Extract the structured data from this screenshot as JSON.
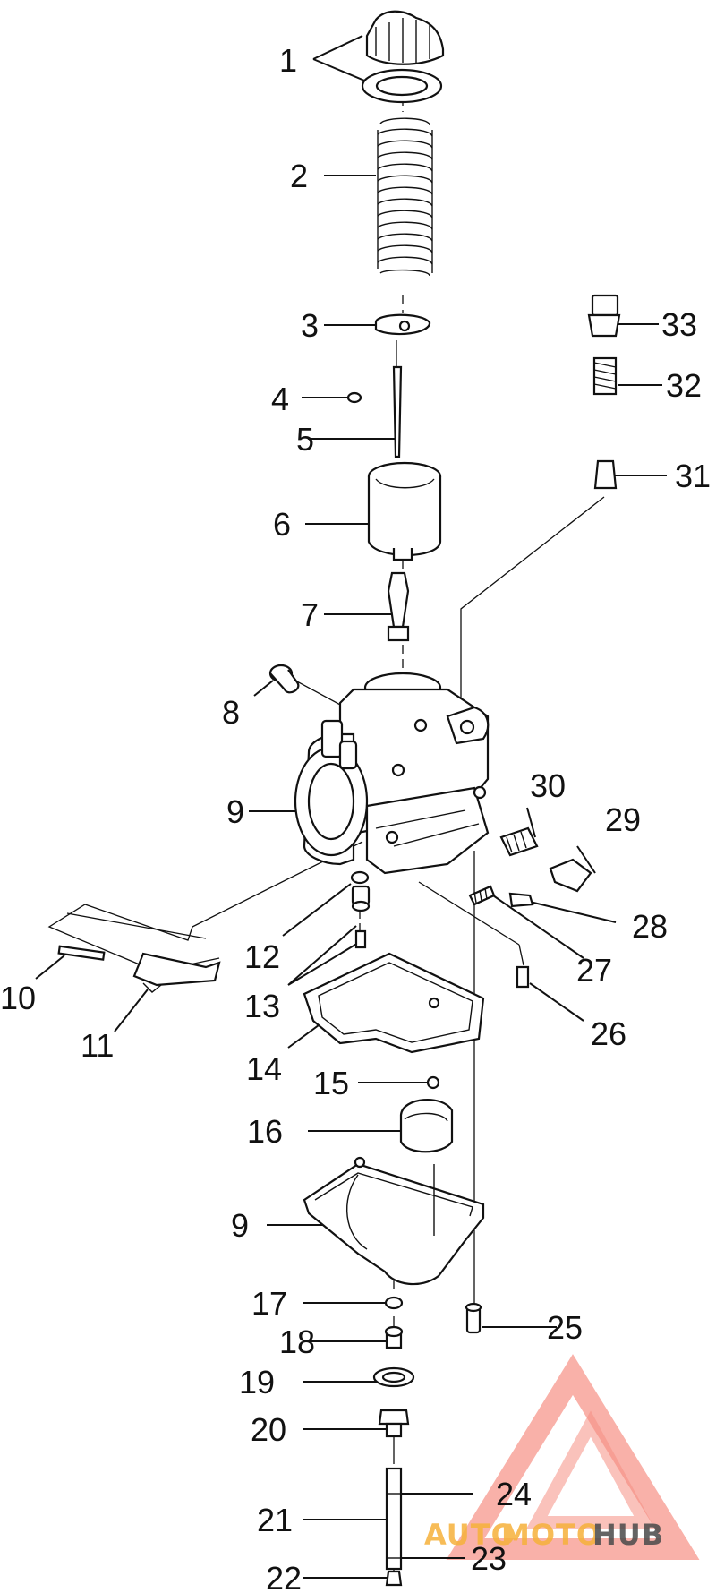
{
  "callouts": [
    {
      "id": "1",
      "text": "1"
    },
    {
      "id": "2",
      "text": "2"
    },
    {
      "id": "3",
      "text": "3"
    },
    {
      "id": "4",
      "text": "4"
    },
    {
      "id": "5",
      "text": "5"
    },
    {
      "id": "6",
      "text": "6"
    },
    {
      "id": "7",
      "text": "7"
    },
    {
      "id": "8",
      "text": "8"
    },
    {
      "id": "9a",
      "text": "9"
    },
    {
      "id": "10",
      "text": "10"
    },
    {
      "id": "11",
      "text": "11"
    },
    {
      "id": "12",
      "text": "12"
    },
    {
      "id": "13",
      "text": "13"
    },
    {
      "id": "14",
      "text": "14"
    },
    {
      "id": "15",
      "text": "15"
    },
    {
      "id": "16",
      "text": "16"
    },
    {
      "id": "9b",
      "text": "9"
    },
    {
      "id": "17",
      "text": "17"
    },
    {
      "id": "18",
      "text": "18"
    },
    {
      "id": "19",
      "text": "19"
    },
    {
      "id": "20",
      "text": "20"
    },
    {
      "id": "21",
      "text": "21"
    },
    {
      "id": "22",
      "text": "22"
    },
    {
      "id": "23",
      "text": "23"
    },
    {
      "id": "24",
      "text": "24"
    },
    {
      "id": "25",
      "text": "25"
    },
    {
      "id": "26",
      "text": "26"
    },
    {
      "id": "27",
      "text": "27"
    },
    {
      "id": "28",
      "text": "28"
    },
    {
      "id": "29",
      "text": "29"
    },
    {
      "id": "30",
      "text": "30"
    },
    {
      "id": "31",
      "text": "31"
    },
    {
      "id": "32",
      "text": "32"
    },
    {
      "id": "33",
      "text": "33"
    }
  ],
  "watermark": {
    "part1": "AUTO",
    "part2": "MOTO",
    "part3": "HUB",
    "color_primary": "#f26b5b",
    "color_secondary": "#f6b13a",
    "color_dark": "#4a4a4a"
  }
}
